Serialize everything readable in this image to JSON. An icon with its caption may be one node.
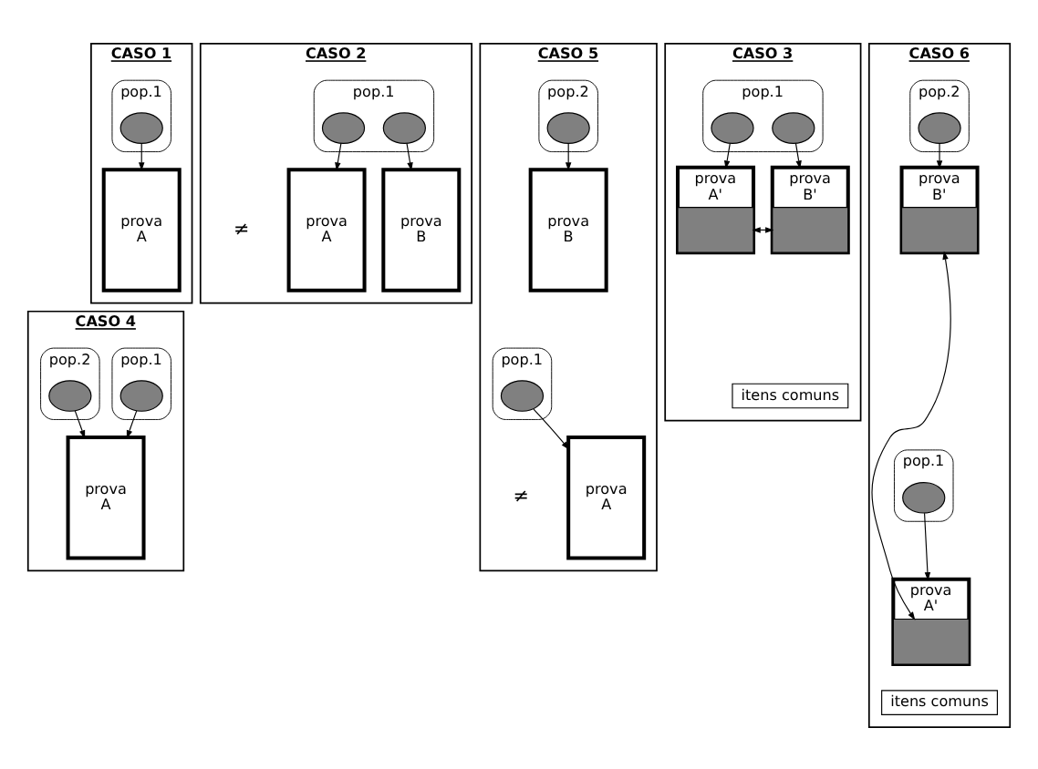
{
  "diagram": {
    "nodes": [
      {
        "text": [
          "CASO 1"
        ]
      },
      {
        "text": [
          "pop.1"
        ],
        "in": 0
      },
      {
        "text": [],
        "shape": "circle",
        "in": 1
      },
      {
        "text": [
          "prova",
          "A"
        ],
        "in": 0
      },
      {
        "text": [
          "CASO 2"
        ]
      },
      {
        "text": [
          "pop.1"
        ],
        "in": 4
      },
      {
        "text": [],
        "shape": "circle",
        "in": 5
      },
      {
        "text": [],
        "shape": "circle",
        "in": 5
      },
      {
        "text": [
          "prova",
          "A"
        ],
        "in": 4
      },
      {
        "text": [
          "prova",
          "B"
        ],
        "in": 4
      },
      {
        "text": [
          "CASO 3"
        ]
      },
      {
        "text": [
          "pop.1"
        ],
        "in": 10
      },
      {
        "text": [],
        "shape": "circle",
        "in": 11
      },
      {
        "text": [],
        "shape": "circle",
        "in": 11
      },
      {
        "text": [
          "prova",
          "A'"
        ],
        "in": 10
      },
      {
        "text": [],
        "shape": "box",
        "in": 14
      },
      {
        "text": [
          "prova",
          "B'"
        ],
        "in": 10
      },
      {
        "text": [],
        "shape": "box",
        "in": 16
      },
      {
        "text": [
          "itens comuns"
        ],
        "in": 10
      },
      {
        "text": [
          "CASO 4"
        ]
      },
      {
        "text": [
          "pop.1"
        ],
        "in": 19
      },
      {
        "text": [],
        "shape": "circle",
        "in": 20
      },
      {
        "text": [
          "pop.2"
        ],
        "in": 19
      },
      {
        "text": [],
        "shape": "circle",
        "in": 22
      },
      {
        "text": [
          "prova",
          "A"
        ],
        "in": 19
      },
      {
        "text": [
          "CASO 5"
        ]
      },
      {
        "text": [
          "pop.1"
        ],
        "in": 25
      },
      {
        "text": [],
        "shape": "circle",
        "in": 26
      },
      {
        "text": [
          "pop.2"
        ],
        "in": 25
      },
      {
        "text": [],
        "shape": "circle",
        "in": 28
      },
      {
        "text": [
          "prova",
          "A"
        ],
        "in": 25
      },
      {
        "text": [
          "prova",
          "B"
        ],
        "in": 25
      },
      {
        "text": [
          "CASO 6"
        ]
      },
      {
        "text": [
          "pop.1"
        ],
        "in": 32
      },
      {
        "text": [],
        "shape": "circle",
        "in": 33
      },
      {
        "text": [
          "pop.2"
        ],
        "in": 32
      },
      {
        "text": [],
        "shape": "circle",
        "in": 35
      },
      {
        "text": [
          "prova",
          "A'"
        ],
        "in": 32
      },
      {
        "text": [],
        "shape": "box",
        "in": 37
      },
      {
        "text": [
          "prova",
          "B'"
        ],
        "in": 32
      },
      {
        "text": [],
        "shape": "box",
        "in": 39
      },
      {
        "text": [
          "itens comuns"
        ],
        "in": 32
      }
    ],
    "edges": [
      {
        "from": 2,
        "to": 3,
        "arrow": "to"
      },
      {
        "from": 6,
        "to": 8,
        "arrow": "to"
      },
      {
        "from": 7,
        "to": 9,
        "arrow": "to"
      },
      {
        "from": 12,
        "to": 14,
        "arrow": "to"
      },
      {
        "from": 13,
        "to": 16,
        "arrow": "to"
      },
      {
        "from": 15,
        "to": 17,
        "arrow": "both"
      },
      {
        "from": 21,
        "to": 24,
        "arrow": "to"
      },
      {
        "from": 23,
        "to": 24,
        "arrow": "to"
      },
      {
        "from": 27,
        "to": 30,
        "arrow": "to"
      },
      {
        "from": 29,
        "to": 31,
        "arrow": "to"
      },
      {
        "from": 34,
        "to": 37,
        "arrow": "to"
      },
      {
        "from": 36,
        "to": 39,
        "arrow": "to"
      },
      {
        "from": 38,
        "to": 40,
        "arrow": "both"
      }
    ],
    "labels": [
      "≠",
      "≠"
    ]
  }
}
